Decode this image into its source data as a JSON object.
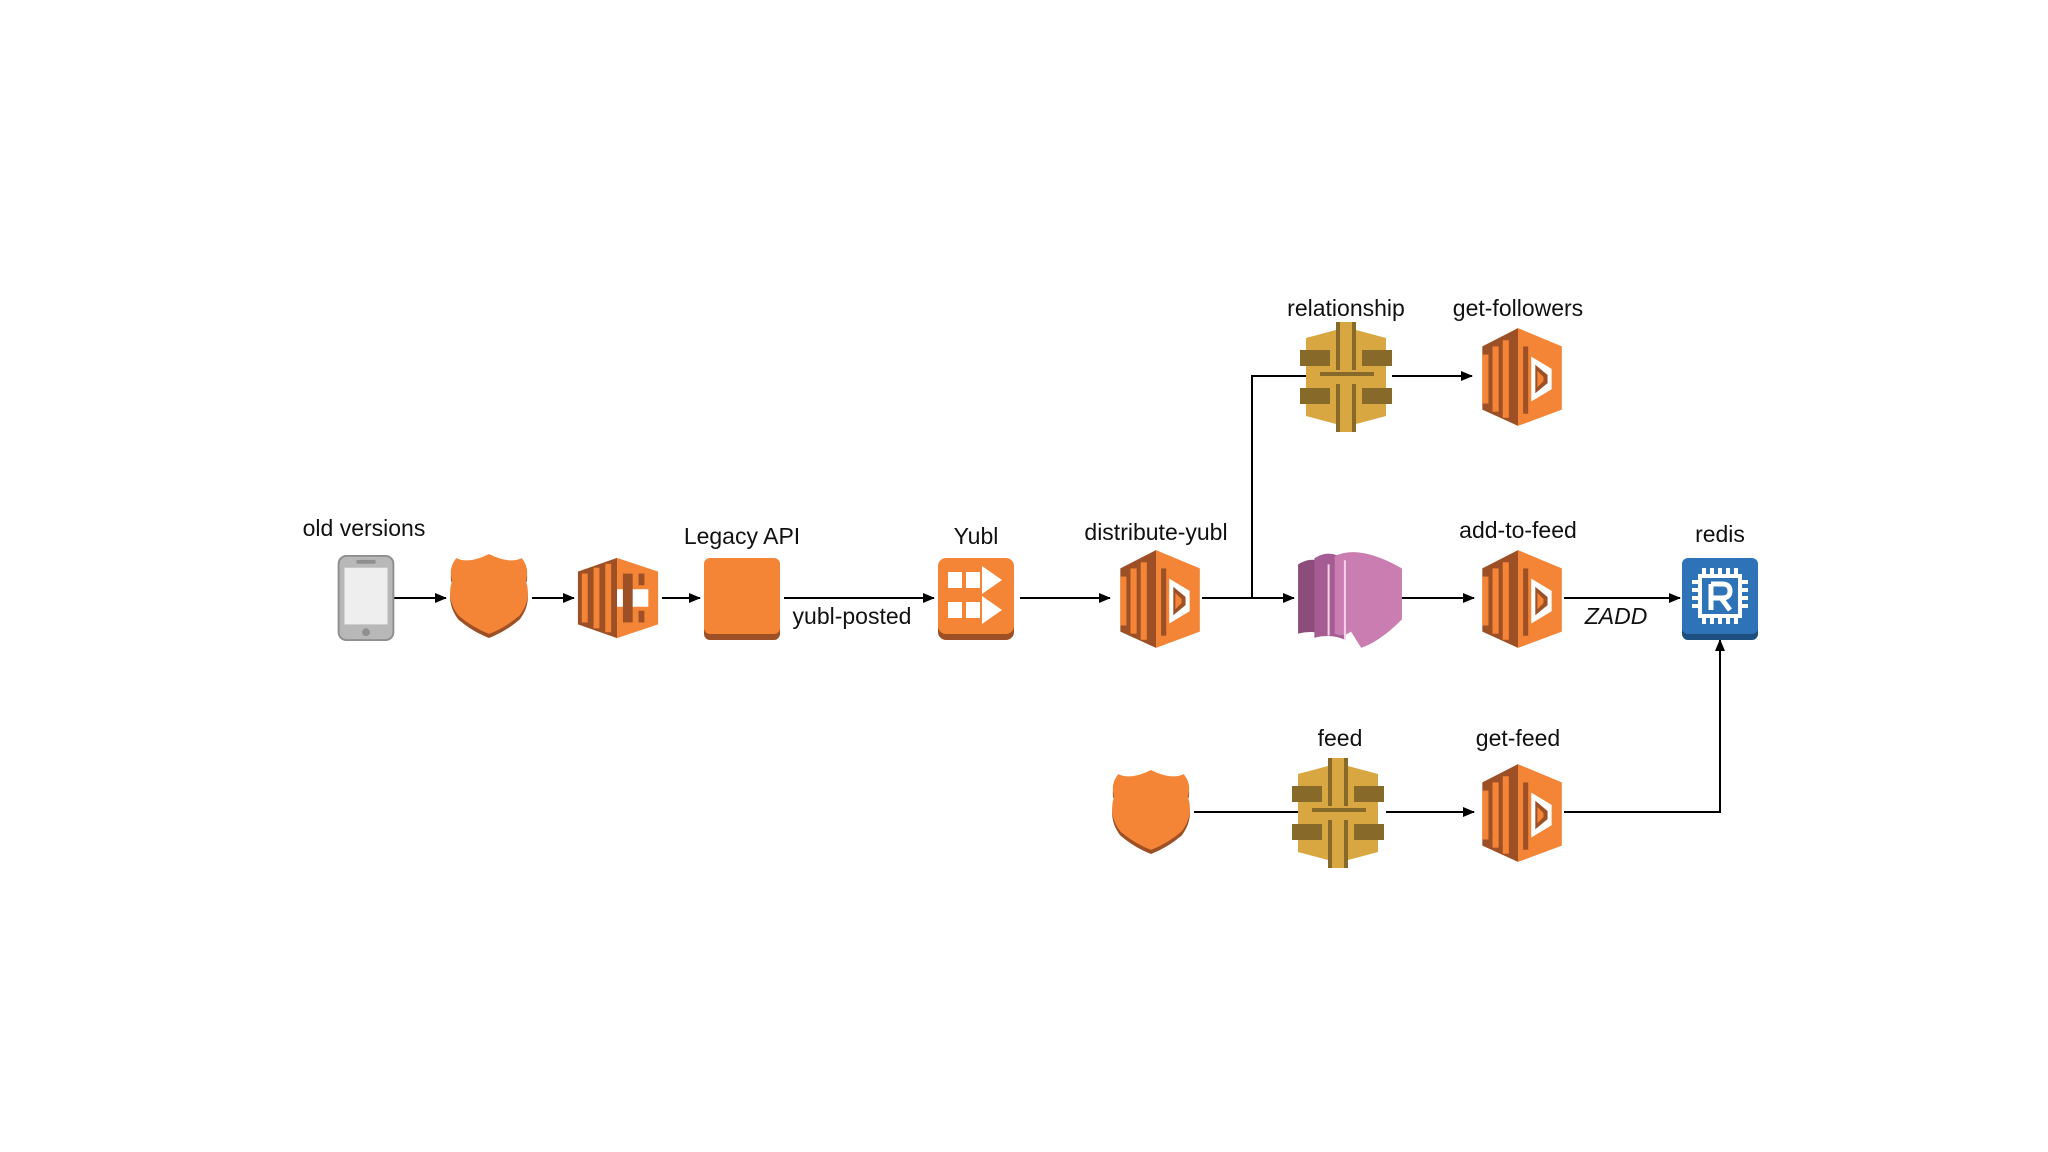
{
  "labels": {
    "old_versions": "old versions",
    "legacy_api": "Legacy API",
    "yubl": "Yubl",
    "distribute_yubl": "distribute-yubl",
    "relationship": "relationship",
    "get_followers": "get-followers",
    "add_to_feed": "add-to-feed",
    "redis": "redis",
    "feed": "feed",
    "get_feed": "get-feed"
  },
  "edge_labels": {
    "yubl_posted": "yubl-posted",
    "zadd": "ZADD"
  },
  "icons": {
    "mobile_client": "mobile-phone-icon",
    "shield": "cloudfront-shield-icon",
    "load_balancer": "elastic-load-balancer-icon",
    "legacy_api": "ec2-instance-icon",
    "yubl_topic": "sns-topic-icon",
    "lambda": "lambda-function-icon",
    "api_gateway": "api-gateway-icon",
    "kinesis": "kinesis-stream-icon",
    "redis": "redis-cache-icon"
  },
  "colors": {
    "aws_orange": "#f58536",
    "aws_orange_dark": "#9d5025",
    "aws_orange_mid": "#d9672a",
    "api_gateway_gold": "#d9a741",
    "api_gateway_dark": "#876929",
    "kinesis_pink": "#c97db1",
    "kinesis_dark": "#8c4d7b",
    "redis_blue": "#2e73b8",
    "phone_gray": "#b8b8b8"
  }
}
